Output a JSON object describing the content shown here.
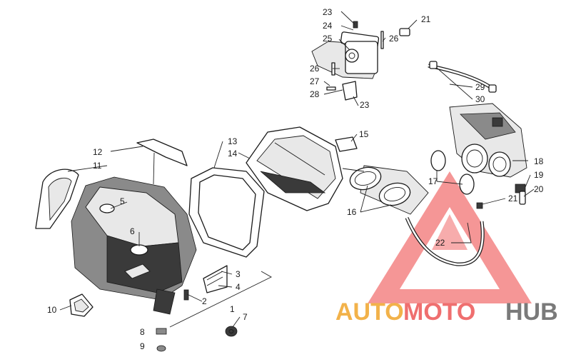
{
  "diagram": {
    "part_labels": [
      "1",
      "2",
      "3",
      "4",
      "5",
      "6",
      "7",
      "8",
      "9",
      "10",
      "11",
      "12",
      "13",
      "14",
      "15",
      "16",
      "17",
      "18",
      "19",
      "20",
      "21",
      "21",
      "22",
      "23",
      "23",
      "24",
      "25",
      "26",
      "26",
      "27",
      "28",
      "29",
      "30"
    ]
  },
  "watermark": {
    "part1": "AUTO",
    "part2": "MOTO",
    "part3": "HUB",
    "colors": {
      "auto": "#f2b24a",
      "moto": "#ef6f6f",
      "hub": "#7a7a7a",
      "triangle": "#ef5b5b"
    }
  }
}
